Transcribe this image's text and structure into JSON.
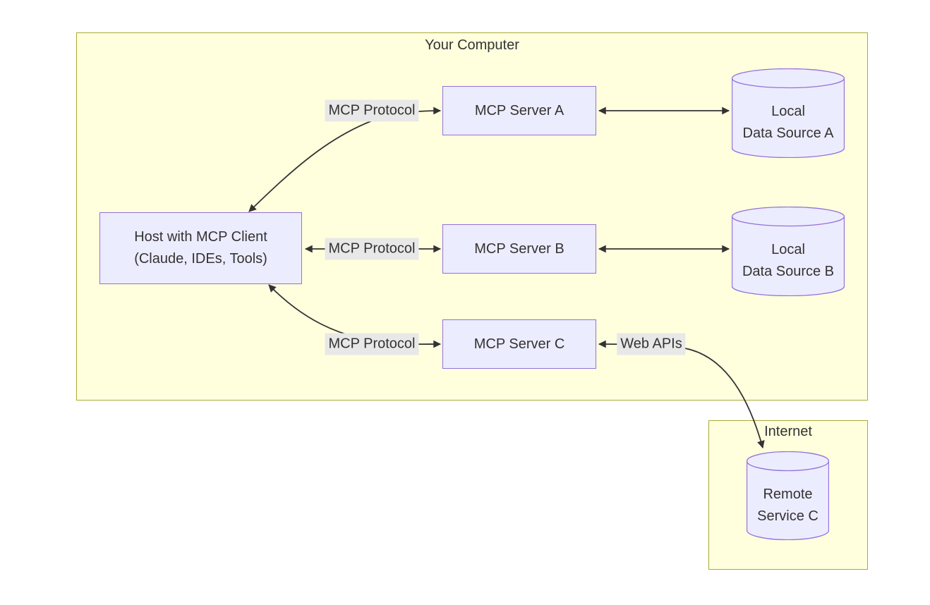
{
  "diagram": {
    "clusters": {
      "your_computer": {
        "title": "Your Computer"
      },
      "internet": {
        "title": "Internet"
      }
    },
    "nodes": {
      "host": {
        "line1": "Host with MCP Client",
        "line2": "(Claude, IDEs, Tools)"
      },
      "server_a": {
        "label": "MCP Server A"
      },
      "server_b": {
        "label": "MCP Server B"
      },
      "server_c": {
        "label": "MCP Server C"
      },
      "data_source_a": {
        "line1": "Local",
        "line2": "Data Source A"
      },
      "data_source_b": {
        "line1": "Local",
        "line2": "Data Source B"
      },
      "remote_service_c": {
        "line1": "Remote",
        "line2": "Service C"
      }
    },
    "edges": [
      {
        "from": "host",
        "to": "server_a",
        "label": "MCP Protocol",
        "bidirectional": true
      },
      {
        "from": "host",
        "to": "server_b",
        "label": "MCP Protocol",
        "bidirectional": true
      },
      {
        "from": "host",
        "to": "server_c",
        "label": "MCP Protocol",
        "bidirectional": true
      },
      {
        "from": "server_a",
        "to": "data_source_a",
        "label": "",
        "bidirectional": true
      },
      {
        "from": "server_b",
        "to": "data_source_b",
        "label": "",
        "bidirectional": true
      },
      {
        "from": "server_c",
        "to": "remote_service_c",
        "label": "Web APIs",
        "bidirectional": true
      }
    ],
    "colors": {
      "cluster_fill": "#ffffde",
      "cluster_border": "#aaaa33",
      "node_fill": "#ECECFF",
      "node_border": "#9370DB",
      "edge_color": "#333333",
      "edge_label_bg": "#e8e8e8",
      "text_color": "#333333"
    }
  }
}
